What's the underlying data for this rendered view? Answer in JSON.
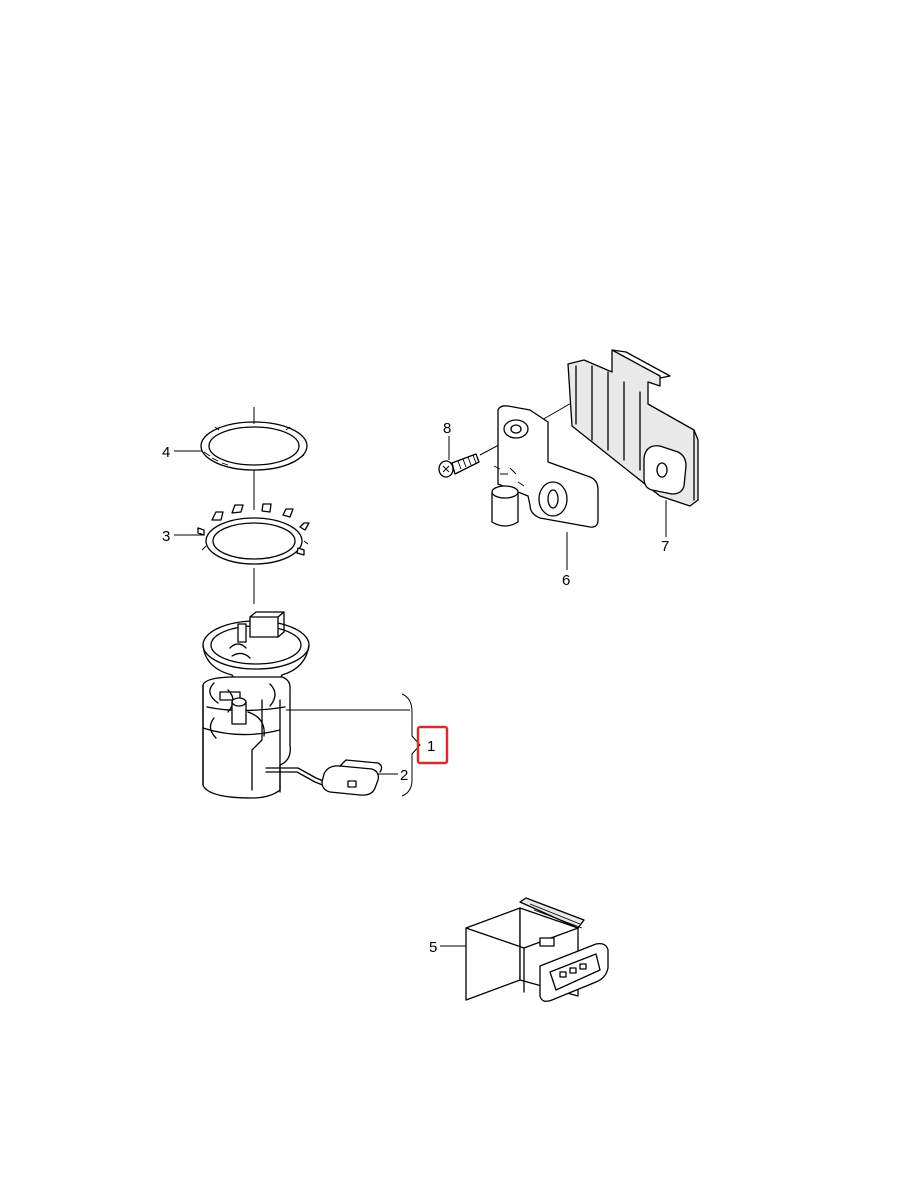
{
  "diagram": {
    "callouts": [
      {
        "id": "1",
        "label": "1",
        "highlighted": true,
        "highlight_color": "#d32f2f"
      },
      {
        "id": "2",
        "label": "2"
      },
      {
        "id": "3",
        "label": "3"
      },
      {
        "id": "4",
        "label": "4"
      },
      {
        "id": "5",
        "label": "5"
      },
      {
        "id": "6",
        "label": "6"
      },
      {
        "id": "7",
        "label": "7"
      },
      {
        "id": "8",
        "label": "8"
      }
    ]
  }
}
